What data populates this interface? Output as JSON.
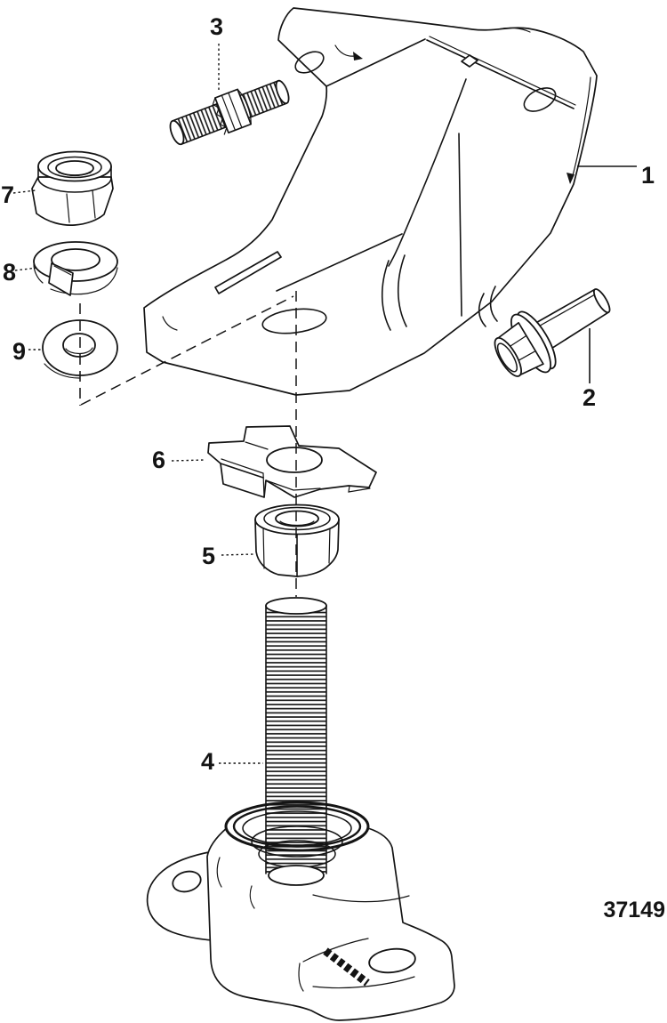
{
  "figure": {
    "part_number": "37149",
    "background": "#ffffff",
    "line_color": "#141414"
  },
  "callouts": [
    {
      "number": "1",
      "part": "engine-mount-bracket"
    },
    {
      "number": "2",
      "part": "flange-hex-bolt"
    },
    {
      "number": "3",
      "part": "double-ended-stud"
    },
    {
      "number": "4",
      "part": "mount-threaded-stud"
    },
    {
      "number": "5",
      "part": "hex-nut"
    },
    {
      "number": "6",
      "part": "star-lock-plate"
    },
    {
      "number": "7",
      "part": "nylon-lock-nut"
    },
    {
      "number": "8",
      "part": "split-lock-washer"
    },
    {
      "number": "9",
      "part": "flat-washer"
    }
  ]
}
